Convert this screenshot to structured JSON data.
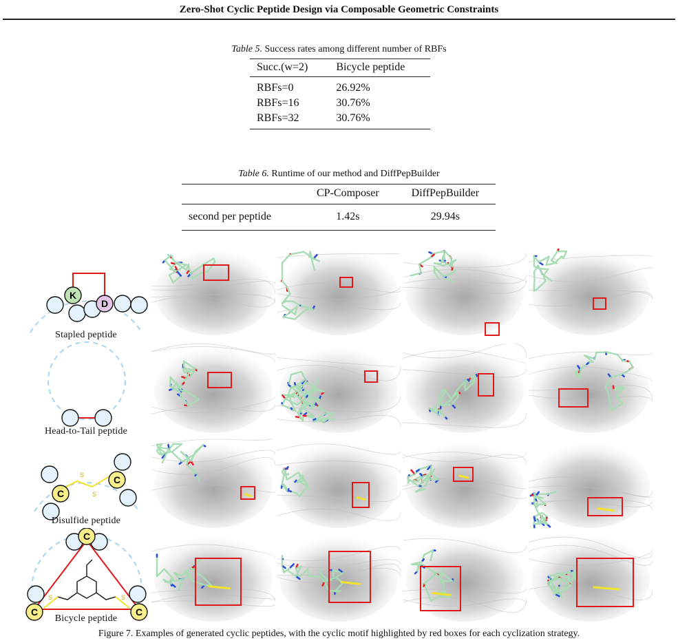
{
  "header": {
    "running_title": "Zero-Shot Cyclic Peptide Design via Composable Geometric Constraints"
  },
  "table5": {
    "label": "Table 5.",
    "caption": "Success rates among different number of RBFs",
    "columns": [
      "Succ.(w=2)",
      "Bicycle peptide"
    ],
    "rows": [
      [
        "RBFs=0",
        "26.92%"
      ],
      [
        "RBFs=16",
        "30.76%"
      ],
      [
        "RBFs=32",
        "30.76%"
      ]
    ]
  },
  "table6": {
    "label": "Table 6.",
    "caption": "Runtime of our method and DiffPepBuilder",
    "columns": [
      "",
      "CP-Composer",
      "DiffPepBuilder"
    ],
    "rows": [
      [
        "second per peptide",
        "1.42s",
        "29.94s"
      ]
    ]
  },
  "figure": {
    "schematics": {
      "stapled": {
        "label": "Stapled  peptide",
        "residue_k": "K",
        "residue_d": "D"
      },
      "head_to_tail": {
        "label": "Head-to-Tail  peptide"
      },
      "disulfide": {
        "label": "Disulfide  peptide",
        "residue_c": "C",
        "sulfur": "S"
      },
      "bicycle": {
        "label": "Bicycle  peptide",
        "residue_c": "C",
        "sulfur": "S"
      }
    },
    "colors": {
      "peptide_stick": "#a8dcb4",
      "nitrogen": "#2a4fd8",
      "oxygen": "#e0242a",
      "sulfur": "#f2e22a",
      "highlight_box": "#e01818",
      "circle_fill": "#e4f2fb",
      "dashed_ring": "#a9d3ee",
      "k_fill": "#bfe3b5",
      "d_fill": "#e2c6e6",
      "c_fill": "#f9ef8a"
    }
  },
  "caption_text": "Figure 7. Examples of generated cyclic peptides, with the cyclic motif highlighted by red boxes for each cyclization strategy."
}
